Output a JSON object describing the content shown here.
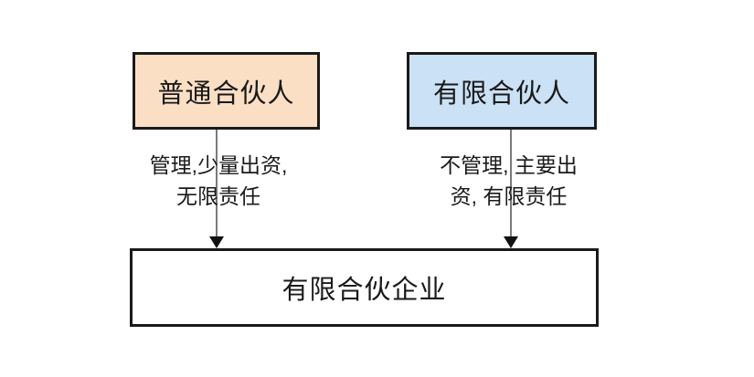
{
  "diagram": {
    "title": "limited-partnership-structure",
    "colors": {
      "background": "#ffffff",
      "border": "#1a1a1a",
      "general_partner_fill": "#fbdfc5",
      "limited_partner_fill": "#cbe1f5",
      "enterprise_fill": "#ffffff",
      "arrow_line": "#7a7a7a",
      "arrow_head": "#111111",
      "text": "#1a1a1a"
    },
    "nodes": {
      "general_partner": {
        "label": "普通合伙人"
      },
      "limited_partner": {
        "label": "有限合伙人"
      },
      "enterprise": {
        "label": "有限合伙企业"
      }
    },
    "edges": {
      "general_to_enterprise": {
        "line1": "管理,少量出资,",
        "line2": "无限责任"
      },
      "limited_to_enterprise": {
        "line1": "不管理, 主要出",
        "line2": "资, 有限责任"
      }
    }
  }
}
